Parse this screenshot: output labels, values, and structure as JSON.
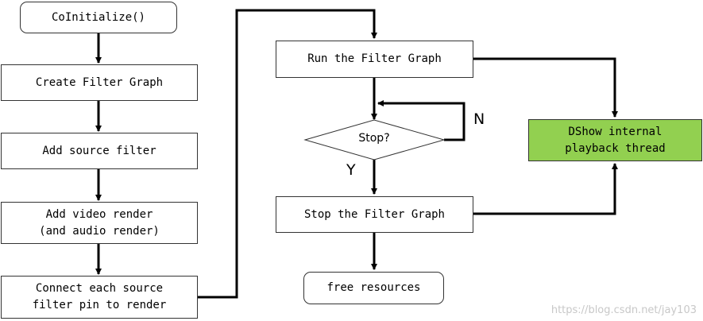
{
  "nodes": {
    "coinitialize": "CoInitialize()",
    "create_graph": "Create Filter Graph",
    "add_source": "Add source filter",
    "add_render": "Add video render\n(and audio render)",
    "connect": "Connect each source\nfilter pin to render",
    "run_graph": "Run the Filter Graph",
    "stop_decision": "Stop?",
    "stop_graph": "Stop the Filter Graph",
    "free_resources": "free resources",
    "dshow_thread": "DShow internal\nplayback thread"
  },
  "edge_labels": {
    "no": "N",
    "yes": "Y"
  },
  "watermark": "https://blog.csdn.net/jay103",
  "colors": {
    "thread_fill": "#92d050",
    "line": "#000000"
  }
}
